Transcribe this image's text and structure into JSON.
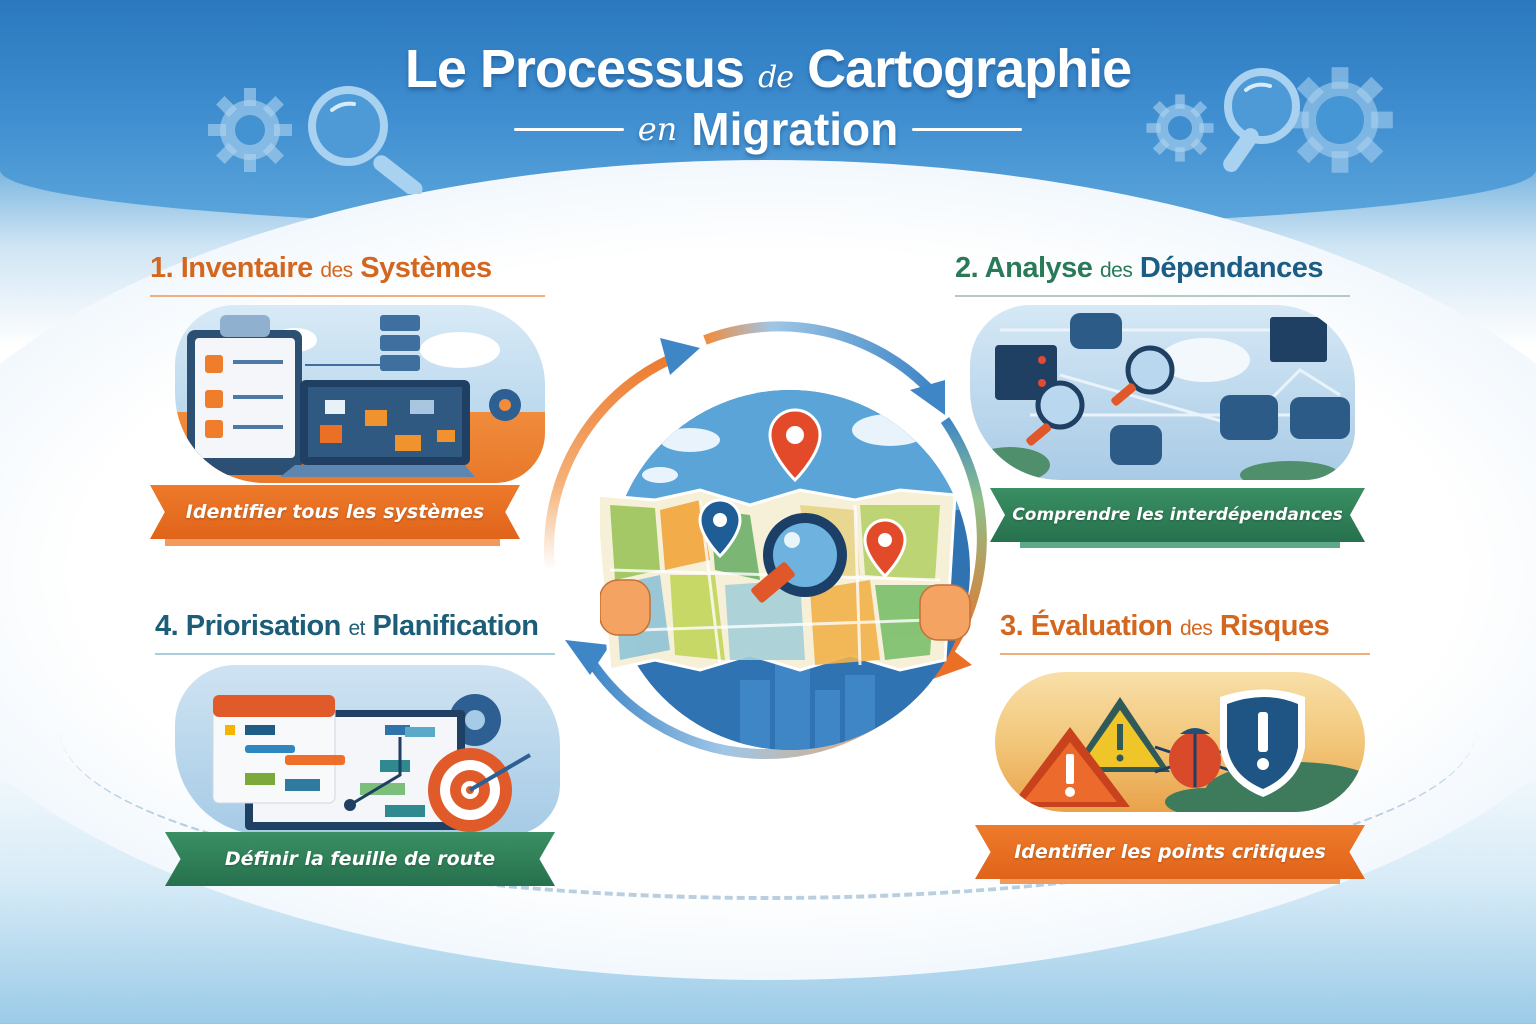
{
  "title": {
    "line1_part1": "Le Processus",
    "line1_small": "de",
    "line1_part2": "Cartographie",
    "line2_small": "en",
    "line2_main": "Migration"
  },
  "header_icons": [
    "gear-icon",
    "magnifier-icon",
    "gear-icon",
    "magnifier-icon",
    "gear-icon"
  ],
  "steps": [
    {
      "number": "1.",
      "heading_part1": "Inventaire",
      "heading_small": "des",
      "heading_part2": "Systèmes",
      "ribbon": "Identifier tous les systèmes",
      "color": "#d4671f",
      "illustration": [
        "clipboard-checklist-icon",
        "laptop-flowchart-icon",
        "server-stack-icon",
        "gear-icon",
        "cloud-icon"
      ]
    },
    {
      "number": "2.",
      "heading_part1": "Analyse",
      "heading_small": "des",
      "heading_part2": "Dépendances",
      "ribbon": "Comprendre les interdépendances",
      "color": "#2a7a5a",
      "illustration": [
        "server-rack-icon",
        "database-icon",
        "magnifier-icon",
        "cloud-icon",
        "network-lines-icon"
      ]
    },
    {
      "number": "3.",
      "heading_part1": "Évaluation",
      "heading_small": "des",
      "heading_part2": "Risques",
      "ribbon": "Identifier les points critiques",
      "color": "#d4671f",
      "illustration": [
        "warning-triangle-red-icon",
        "warning-triangle-yellow-icon",
        "bug-icon",
        "shield-alert-icon"
      ]
    },
    {
      "number": "4.",
      "heading_part1": "Priorisation",
      "heading_small": "et",
      "heading_part2": "Planification",
      "ribbon": "Définir la feuille de route",
      "color": "#1c5d78",
      "illustration": [
        "calendar-icon",
        "gantt-board-icon",
        "target-arrow-icon",
        "gear-icon"
      ]
    }
  ],
  "center": {
    "illustration": [
      "map-icon",
      "map-pin-red-icon",
      "map-pin-blue-icon",
      "magnifier-icon",
      "hands-icon",
      "city-skyline-icon"
    ],
    "cycle_arrows": [
      "arrow-top-left",
      "arrow-top-right",
      "arrow-bottom-right",
      "arrow-bottom-left"
    ]
  },
  "colors": {
    "header_blue": "#2b78be",
    "orange": "#e36b1f",
    "green": "#2f8158",
    "teal": "#1c5d78",
    "arrow_blue": "#3f86c6"
  }
}
